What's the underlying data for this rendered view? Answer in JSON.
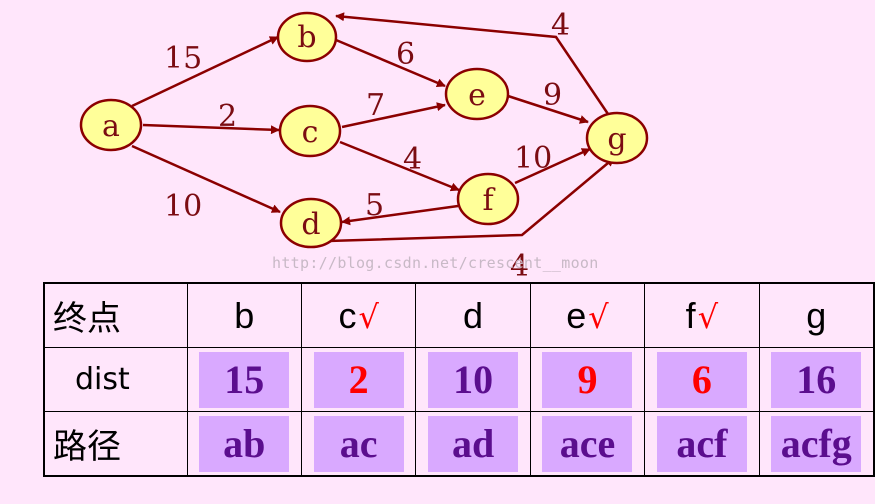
{
  "colors": {
    "background": "#FFE6FB",
    "node_fill": "#FFFF99",
    "edge_color": "#8B0000",
    "box_fill": "#D9A9FF",
    "value_purple": "#5B0E8E",
    "value_red": "#FF0000"
  },
  "graph": {
    "nodes": [
      "a",
      "b",
      "c",
      "d",
      "e",
      "f",
      "g"
    ],
    "edges": [
      {
        "from": "a",
        "to": "b",
        "weight": "15"
      },
      {
        "from": "a",
        "to": "c",
        "weight": "2"
      },
      {
        "from": "a",
        "to": "d",
        "weight": "10"
      },
      {
        "from": "b",
        "to": "e",
        "weight": "6"
      },
      {
        "from": "c",
        "to": "e",
        "weight": "7"
      },
      {
        "from": "c",
        "to": "f",
        "weight": "4"
      },
      {
        "from": "e",
        "to": "g",
        "weight": "9"
      },
      {
        "from": "f",
        "to": "d",
        "weight": "5"
      },
      {
        "from": "f",
        "to": "g",
        "weight": "10"
      },
      {
        "from": "g",
        "to": "b",
        "weight": "4"
      },
      {
        "from": "d",
        "to": "g",
        "weight": "4"
      }
    ]
  },
  "watermark": "http://blog.csdn.net/crescent__moon",
  "table": {
    "header_label": "终点",
    "dist_label": "dist",
    "path_label": "路径",
    "check_mark": "√",
    "columns": [
      {
        "label": "b",
        "checked": false,
        "dist": "15",
        "dist_red": false,
        "path": "ab"
      },
      {
        "label": "c",
        "checked": true,
        "dist": "2",
        "dist_red": true,
        "path": "ac"
      },
      {
        "label": "d",
        "checked": false,
        "dist": "10",
        "dist_red": false,
        "path": "ad"
      },
      {
        "label": "e",
        "checked": true,
        "dist": "9",
        "dist_red": true,
        "path": "ace"
      },
      {
        "label": "f",
        "checked": true,
        "dist": "6",
        "dist_red": true,
        "path": "acf"
      },
      {
        "label": "g",
        "checked": false,
        "dist": "16",
        "dist_red": false,
        "path": "acfg"
      }
    ]
  }
}
